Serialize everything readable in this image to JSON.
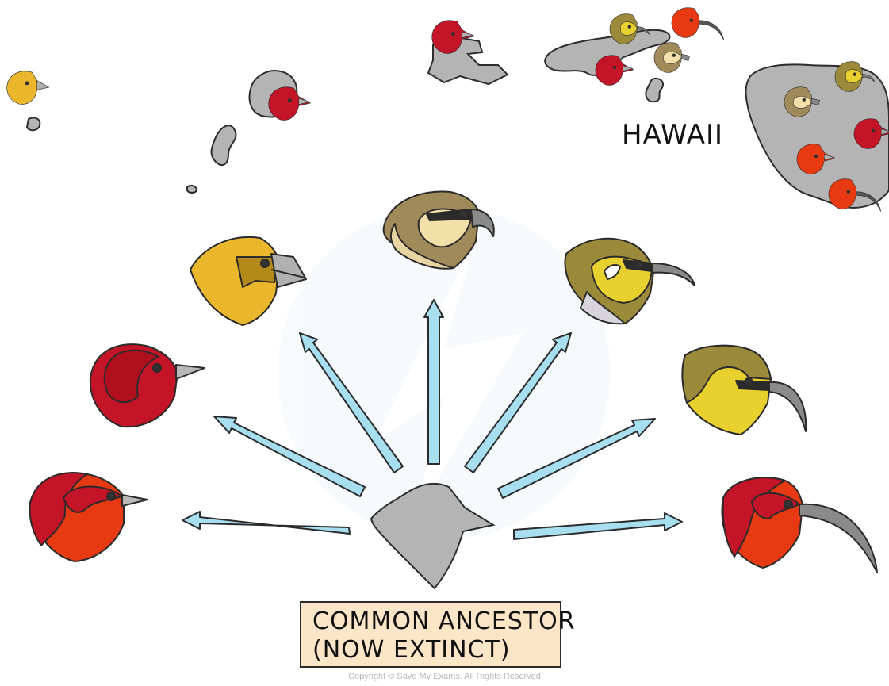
{
  "island_label": "HAWAII",
  "ancestor": {
    "line1": "COMMON ANCESTOR",
    "line2": "(NOW EXTINCT)"
  },
  "copyright": "Copyright © Save My Exams. All Rights Reserved",
  "colors": {
    "island": "#b4b4b4",
    "arrow": "#a8dff0",
    "ancestor_box": "#fde5c7",
    "bird_red": "#c41428",
    "bird_scarlet": "#e83a12",
    "bird_yellow": "#eab72c",
    "bird_olive": "#9a8a3a",
    "bird_tan": "#a08a5a"
  },
  "bird_variants": [
    "scarlet-short-beak",
    "crimson-short-beak",
    "yellow-thick-beak",
    "tan-hooked-beak",
    "olive-curved-beak",
    "yellow-long-curved-beak",
    "scarlet-long-curved-beak"
  ]
}
